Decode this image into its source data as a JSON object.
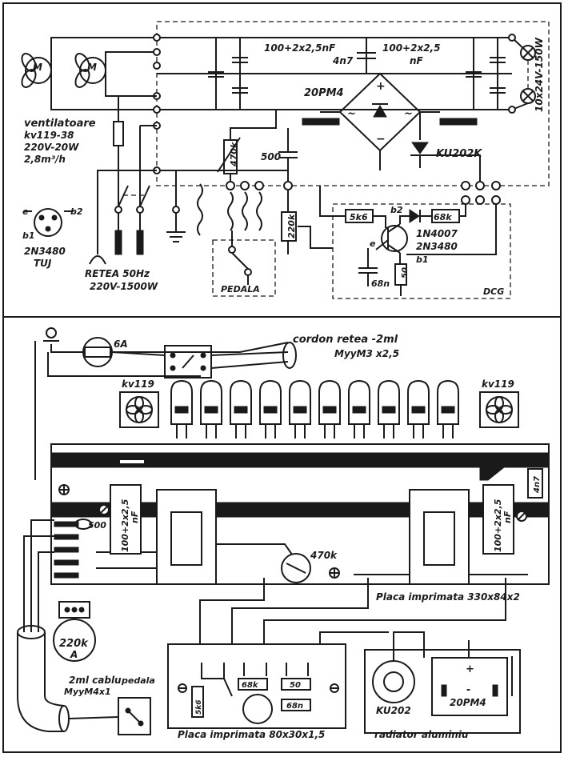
{
  "schematic": {
    "capacitors_left": "100+2x2,5nF",
    "capacitors_right": "100+2x2,5",
    "capacitors_right_unit": "nF",
    "cap_4n7": "4n7",
    "bridge": "20PM4",
    "lamps": "10x24V-150W",
    "fans_title": "ventilatoare",
    "fans_type": "kv119-38",
    "fans_power": "220V-20W",
    "fans_flow": "2,8m³/h",
    "pot_470k": "470k",
    "cap_500": "500",
    "thyristor": "KU202K",
    "r_5k6": "5k6",
    "diode_1n4007": "1N4007",
    "r_68k": "68k",
    "pot_220k": "220k",
    "ujt_1": "2N3480",
    "ujt_2": "2N3480",
    "ujt_family": "TUJ",
    "pin_b2": "b2",
    "pin_b1": "b1",
    "pin_e": "e",
    "pin_b2_top": "b2",
    "pin_b1_top": "b1",
    "pin_e_top": "e",
    "cap_68n": "68n",
    "r_50": "50",
    "mains_label": "RETEA 50Hz",
    "mains_power": "220V-1500W",
    "pedal_label": "PEDALA",
    "dcg_label": "DCG"
  },
  "assembly": {
    "fuse": "6A",
    "cord": "cordon retea -2ml",
    "cord_type": "MyyM3 x2,5",
    "fan_left": "kv119",
    "fan_right": "kv119",
    "cap_left": "100+2x2,5",
    "cap_left_unit": "nF",
    "cap_right": "100+2x2,5",
    "cap_right_unit": "nF",
    "cap_4n7": "4n7",
    "cap_500": "500",
    "pot_470k": "470k",
    "main_board": "Placa imprimata 330x84x2",
    "pot_220k": "220k",
    "pot_220k_letter": "A",
    "cable": "2ml cablu",
    "cable_type": "MyyM4x1",
    "pedal": "pedala",
    "r_68k": "68k",
    "r_50": "50",
    "r_5k6": "5k6",
    "cap_68n": "68n",
    "small_board": "Placa imprimata 80x30x1,5",
    "thyristor": "KU202",
    "bridge": "20PM4",
    "heatsink": "radiator aluminiu",
    "plus": "+",
    "minus": "-"
  }
}
